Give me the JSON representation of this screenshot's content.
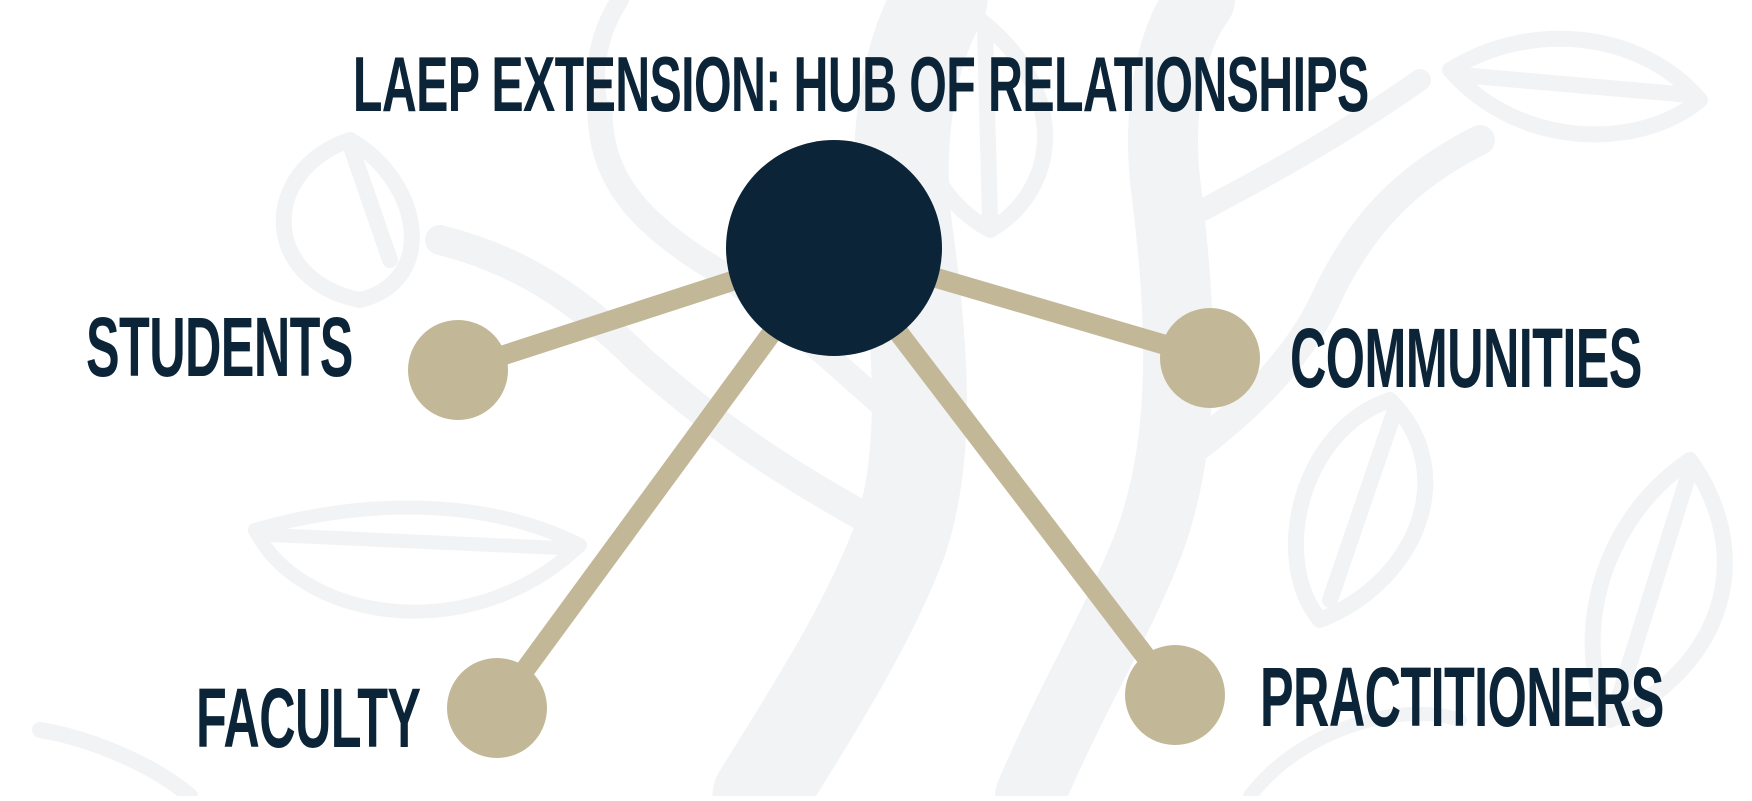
{
  "title": "LAEP EXTENSION: HUB OF RELATIONSHIPS",
  "nodes": {
    "students": "STUDENTS",
    "communities": "COMMUNITIES",
    "faculty": "FACULTY",
    "practitioners": "PRACTITIONERS"
  },
  "colors": {
    "navy": "#0b2438",
    "tan": "#c2b797",
    "watermark": "#f1f3f5",
    "background": "#ffffff"
  },
  "icons": {
    "background": "tree-with-leaves-watermark"
  }
}
